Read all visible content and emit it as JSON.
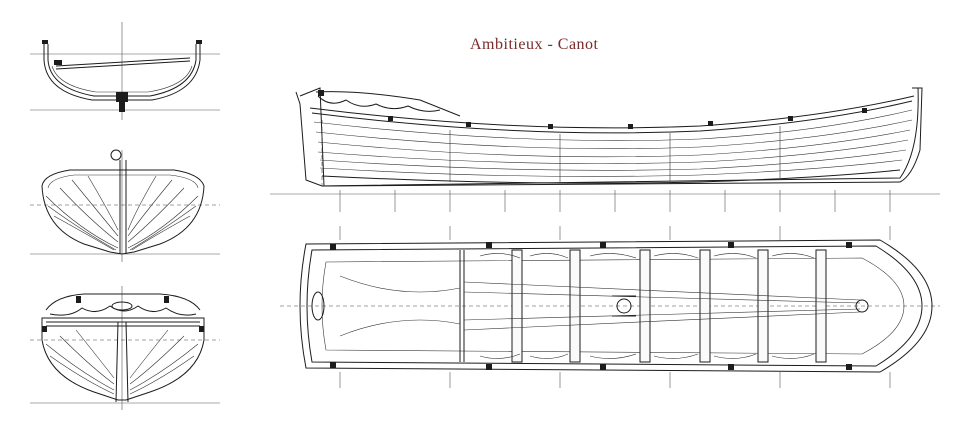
{
  "drawing": {
    "title": "Ambitieux - Canot",
    "colors": {
      "title": "#7a2a2a",
      "ink": "#1c1c1c",
      "background": "#ffffff"
    },
    "views": [
      "midship-section",
      "stern-body-plan",
      "bow-body-plan",
      "side-profile",
      "deck-plan"
    ]
  }
}
